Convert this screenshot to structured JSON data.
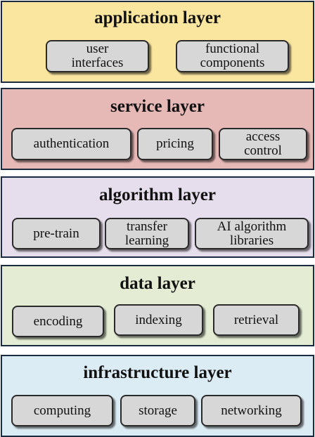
{
  "layers": [
    {
      "title": "application layer",
      "components": [
        [
          "user",
          "interfaces"
        ],
        [
          "functional",
          "components"
        ]
      ]
    },
    {
      "title": "service layer",
      "components": [
        [
          "authentication"
        ],
        [
          "pricing"
        ],
        [
          "access",
          "control"
        ]
      ]
    },
    {
      "title": "algorithm layer",
      "components": [
        [
          "pre-train"
        ],
        [
          "transfer",
          "learning"
        ],
        [
          "AI algorithm",
          "libraries"
        ]
      ]
    },
    {
      "title": "data layer",
      "components": [
        [
          "encoding"
        ],
        [
          "indexing"
        ],
        [
          "retrieval"
        ]
      ]
    },
    {
      "title": "infrastructure layer",
      "components": [
        [
          "computing"
        ],
        [
          "storage"
        ],
        [
          "networking"
        ]
      ]
    }
  ],
  "colors": {
    "application": "#fbe6a0",
    "service": "#e6b8b6",
    "algorithm": "#e6deec",
    "data": "#e4ecd4",
    "infrastructure": "#dcecf4",
    "component": "#d7d7d7"
  }
}
